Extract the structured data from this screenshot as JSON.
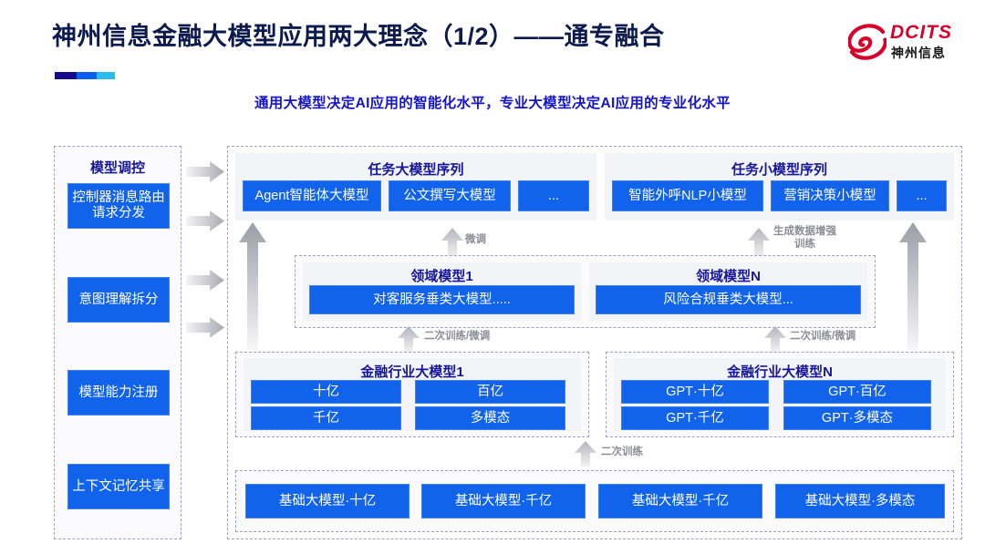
{
  "header": {
    "title": "神州信息金融大模型应用两大理念（1/2）——通专融合",
    "logo_text": "DCITS",
    "logo_sub": "神州信息",
    "logo_mark_name": "dcits-swirl-logo",
    "accent_colors": [
      "#140a8c",
      "#0a5ff0",
      "#28bdf0"
    ]
  },
  "subtitle": "通用大模型决定AI应用的智能化水平，专业大模型决定AI应用的专业化水平",
  "sidebar": {
    "title": "模型调控",
    "items": [
      {
        "label": "控制器消息路由请求分发"
      },
      {
        "label": "意图理解拆分"
      },
      {
        "label": "模型能力注册"
      },
      {
        "label": "上下文记忆共享"
      }
    ]
  },
  "task_large": {
    "title": "任务大模型序列",
    "items": [
      "Agent智能体大模型",
      "公文撰写大模型",
      "..."
    ]
  },
  "task_small": {
    "title": "任务小模型序列",
    "items": [
      "智能外呼NLP小模型",
      "营销决策小模型",
      "..."
    ]
  },
  "domain_models": [
    {
      "title": "领域模型1",
      "item": "对客服务垂类大模型....."
    },
    {
      "title": "领域模型N",
      "item": "风险合规垂类大模型..."
    }
  ],
  "industry_models": [
    {
      "title": "金融行业大模型1",
      "items": [
        "十亿",
        "百亿",
        "千亿",
        "多模态"
      ]
    },
    {
      "title": "金融行业大模型N",
      "items": [
        "GPT·十亿",
        "GPT·百亿",
        "GPT·千亿",
        "GPT·多模态"
      ]
    }
  ],
  "foundation_models": [
    "基础大模型·十亿",
    "基础大模型·千亿",
    "基础大模型·千亿",
    "基础大模型·多模态"
  ],
  "captions": {
    "finetune": "微调",
    "gen_data_aug": "生成数据增强\n训练",
    "retrain_finetune_left": "二次训练/微调",
    "retrain_finetune_right": "二次训练/微调",
    "retrain": "二次训练"
  },
  "colors": {
    "blue_box": "#1163ec",
    "title_navy": "#0d1a4d",
    "subtitle_blue": "#1414c8",
    "group_title": "#16169b",
    "caption_gray": "#8c8c96",
    "brand_red": "#d6002a"
  }
}
